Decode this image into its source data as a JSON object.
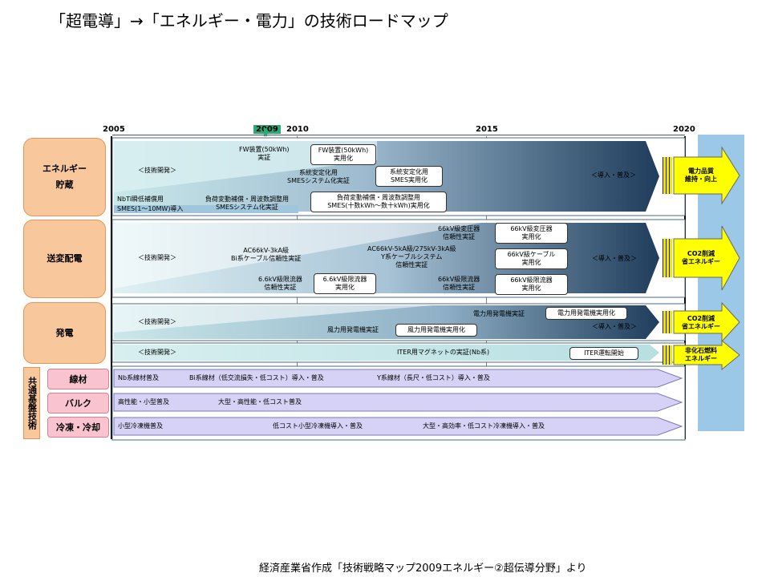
{
  "title": "「超電導」→「エネルギー・電力」の技術ロードマップ",
  "footer": "経済産業省作成「技術戦略マップ2009エネルギー②超伝導分野」より",
  "years": [
    "2005",
    "2009",
    "2010",
    "2015",
    "2020"
  ],
  "categories": {
    "energy_storage": "エネルギー\n貯蔵",
    "transmission": "送変配電",
    "generation": "発電",
    "common": "共通基盤技術",
    "wire": "線材",
    "bulk": "バルク",
    "cooling": "冷凍・冷却"
  },
  "storage": {
    "tech_dev": "＜技術開発＞",
    "fw_demo": "FW装置(50kWh)\n実証",
    "fw_practical": "FW装置(50kWh)\n実用化",
    "sys_demo": "系統安定化用\nSMESシステム化実証",
    "sys_practical": "系統安定化用\nSMES実用化",
    "nbti": "NbTi瞬低補償用",
    "smes_intro": "SMES(1～10MW)導入",
    "load_demo": "負荷変動補償・周波数調整用\nSMESシステム化実証",
    "load_practical": "負荷変動補償・周波数調整用\nSMES(十数kWh～数十kWh)実用化",
    "deploy": "＜導入・普及＞",
    "goal": "電力品質\n維持・向上"
  },
  "transmission": {
    "tech_dev": "＜技術開発＞",
    "cable_demo": "AC66kV-3kA級\nBi系ケーブル信頼性実証",
    "transformer_demo": "66kV級変圧器\n信頼性実証",
    "transformer_practical": "66kV級変圧器\n実用化",
    "ycable_demo": "AC66kV-5kA級/275kV-3kA級\nY系ケーブルシステム\n信頼性実証",
    "cable_practical": "66kV級ケーブル\n実用化",
    "fcl_demo": "6.6kV級限流器\n信頼性実証",
    "fcl_practical": "6.6kV級限流器\n実用化",
    "fcl66_demo": "66kV級限流器\n信頼性実証",
    "fcl66_practical": "66kV級限流器\n実用化",
    "deploy": "＜導入・普及＞",
    "goal": "CO2削減\n省エネルギー"
  },
  "generation": {
    "tech_dev": "＜技術開発＞",
    "power_gen_demo": "電力用発電機実証",
    "power_gen_practical": "電力用発電機実用化",
    "wind_demo": "風力用発電機実証",
    "wind_practical": "風力用発電機実用化",
    "deploy": "＜導入・普及＞",
    "goal": "CO2削減\n省エネルギー",
    "tech_dev2": "＜技術開発＞",
    "iter_demo": "ITER用マグネットの実証(Nb系)",
    "iter_start": "ITER運転開始",
    "goal2": "非化石燃料\nエネルギー"
  },
  "common": {
    "wire_1": "Nb系線材普及",
    "wire_2": "Bi系線材（低交流損失・低コスト）導入・普及",
    "wire_3": "Y系線材（長尺・低コスト）導入・普及",
    "bulk_1": "高性能・小型普及",
    "bulk_2": "大型・高性能・低コスト普及",
    "cool_1": "小型冷凍機普及",
    "cool_2": "低コスト小型冷凍機導入・普及",
    "cool_3": "大型・高効率・低コスト冷凍機導入・普及"
  },
  "colors": {
    "category": "#f9c79c",
    "sub": "#f9c4cf",
    "arrow_dark": "#1f3d5c",
    "arrow_light": "#c9e8ea",
    "goal": "#ffff00",
    "sidebar": "#9cc8e8",
    "common_arrow": "#d6d2f5"
  }
}
